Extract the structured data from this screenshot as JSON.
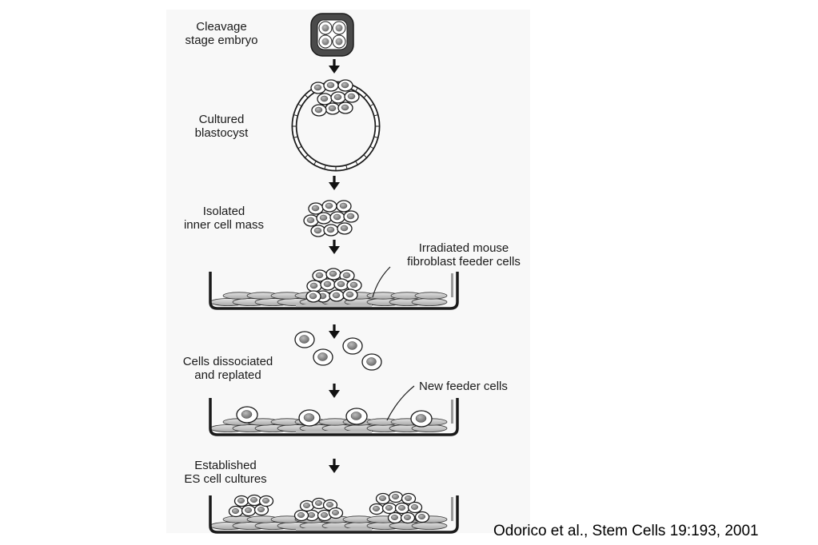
{
  "stages": [
    {
      "id": "cleavage",
      "line1": "Cleavage",
      "line2": "stage embryo"
    },
    {
      "id": "blastocyst",
      "line1": "Cultured",
      "line2": "blastocyst"
    },
    {
      "id": "icm",
      "line1": "Isolated",
      "line2": "inner cell mass"
    },
    {
      "id": "dissociated",
      "line1": "Cells dissociated",
      "line2": "and replated"
    },
    {
      "id": "established",
      "line1": "Established",
      "line2": "ES cell cultures"
    }
  ],
  "callouts": {
    "irradiated": {
      "line1": "Irradiated mouse",
      "line2": "fibroblast feeder cells"
    },
    "new_feeder": {
      "line1": "New feeder cells"
    }
  },
  "citation": "Odorico et al., Stem Cells 19:193, 2001",
  "colors": {
    "panel": "#f8f8f8",
    "cell_fill": "#ffffff",
    "nucleus": "#8a8a8a",
    "feeder": "#c9c9c9",
    "ink": "#1a1a1a"
  },
  "icons": [
    "down-arrow-icon",
    "culture-dish-icon",
    "cell-icon"
  ]
}
